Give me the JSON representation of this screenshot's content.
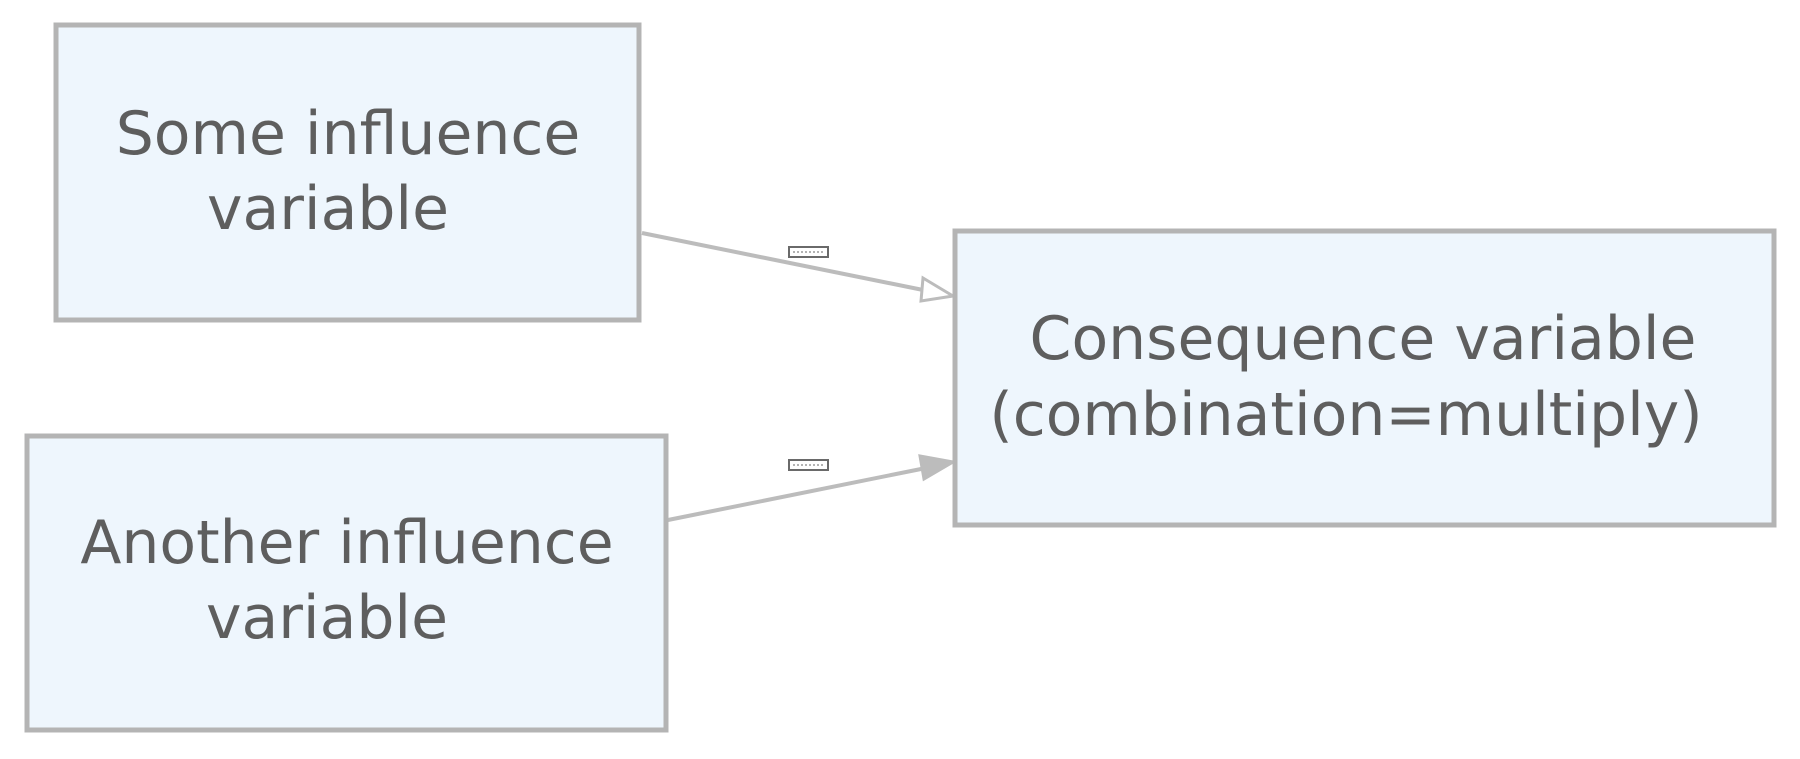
{
  "nodes": {
    "some_influence": {
      "line1": "Some influence",
      "line2": "variable"
    },
    "another_influence": {
      "line1": "Another influence",
      "line2": "variable"
    },
    "consequence": {
      "line1": "Consequence variable",
      "line2": "(combination=multiply)"
    }
  },
  "edges": [
    {
      "from": "Some influence variable",
      "to": "Consequence variable",
      "arrowhead": "open"
    },
    {
      "from": "Another influence variable",
      "to": "Consequence variable",
      "arrowhead": "filled"
    }
  ],
  "colors": {
    "node_fill": "#eef6fd",
    "node_stroke": "#b4b4b4",
    "text": "#5e5e5e",
    "edge": "#bcbcbc"
  }
}
